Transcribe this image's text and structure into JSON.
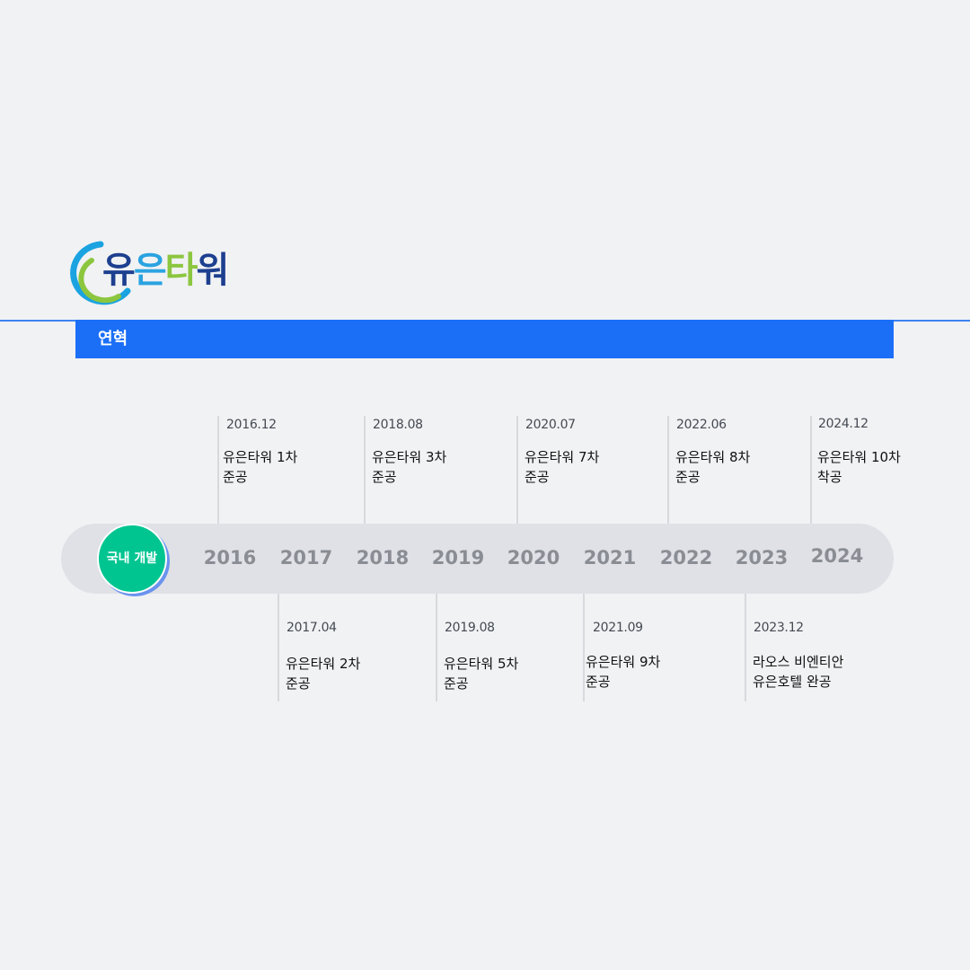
{
  "logo": {
    "chars": [
      "유",
      "은",
      "타",
      "워"
    ]
  },
  "header": {
    "title": "연혁"
  },
  "timeline": {
    "badge_label": "국내 개발",
    "years": [
      "2016",
      "2017",
      "2018",
      "2019",
      "2020",
      "2021",
      "2022",
      "2023",
      "2024"
    ],
    "events_top": [
      {
        "date": "2016.12",
        "line1": "유은타워 1차",
        "line2": "준공"
      },
      {
        "date": "2018.08",
        "line1": "유은타워 3차",
        "line2": "준공"
      },
      {
        "date": "2020.07",
        "line1": "유은타워 7차",
        "line2": "준공"
      },
      {
        "date": "2022.06",
        "line1": "유은타워 8차",
        "line2": "준공"
      },
      {
        "date": "2024.12",
        "line1": "유은타워 10차",
        "line2": "착공"
      }
    ],
    "events_bottom": [
      {
        "date": "2017.04",
        "line1": "유은타워 2차",
        "line2": "준공"
      },
      {
        "date": "2019.08",
        "line1": "유은타워 5차",
        "line2": "준공"
      },
      {
        "date": "2021.09",
        "line1": "유은타워 9차",
        "line2": "준공"
      },
      {
        "date": "2023.12",
        "line1": "라오스 비엔티안",
        "line2": "유은호텔 완공"
      }
    ]
  },
  "colors": {
    "accent": "#1b6ff7",
    "badge": "#00c591",
    "track": "#dfe1e6",
    "year_text": "#8a8d94",
    "background": "#f1f2f4"
  }
}
